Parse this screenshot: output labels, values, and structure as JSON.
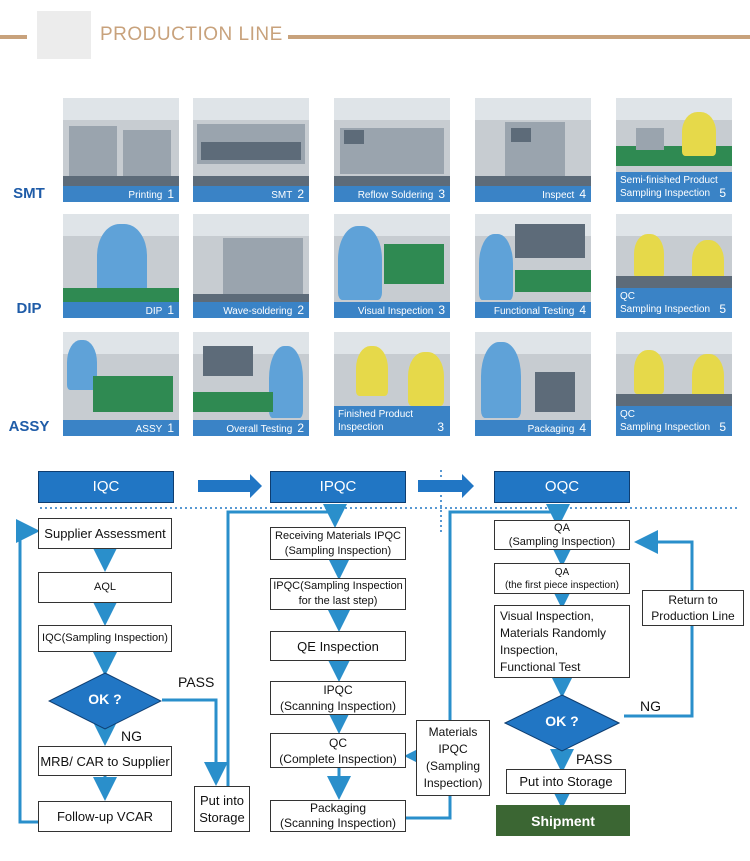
{
  "header": {
    "title": "PRODUCTION LINE"
  },
  "rows": [
    {
      "label": "SMT",
      "photos": [
        {
          "caption": "Printing",
          "num": "1"
        },
        {
          "caption": "SMT",
          "num": "2"
        },
        {
          "caption": "Reflow Soldering",
          "num": "3"
        },
        {
          "caption": "Inspect",
          "num": "4"
        },
        {
          "caption_line1": "Semi-finished Product",
          "caption_line2": "Sampling Inspection",
          "num": "5"
        }
      ]
    },
    {
      "label": "DIP",
      "photos": [
        {
          "caption": "DIP",
          "num": "1"
        },
        {
          "caption": "Wave-soldering",
          "num": "2"
        },
        {
          "caption": "Visual Inspection",
          "num": "3"
        },
        {
          "caption": "Functional Testing",
          "num": "4"
        },
        {
          "caption_line1": "QC",
          "caption_line2": "Sampling Inspection",
          "num": "5"
        }
      ]
    },
    {
      "label": "ASSY",
      "photos": [
        {
          "caption": "ASSY",
          "num": "1"
        },
        {
          "caption": "Overall Testing",
          "num": "2"
        },
        {
          "caption_line1": "Finished Product",
          "caption_line2": "Inspection",
          "num": "3"
        },
        {
          "caption": "Packaging",
          "num": "4"
        },
        {
          "caption_line1": "QC",
          "caption_line2": "Sampling Inspection",
          "num": "5"
        }
      ]
    }
  ],
  "flow": {
    "headers": [
      "IQC",
      "IPQC",
      "OQC"
    ],
    "iqc": {
      "supplier_assessment": "Supplier Assessment",
      "aql": "AQL",
      "iqc_sampling": "IQC(Sampling Inspection)",
      "ok": "OK ?",
      "pass": "PASS",
      "ng": "NG",
      "mrb": "MRB/ CAR to Supplier",
      "followup": "Follow-up VCAR",
      "put_into_storage_1": "Put into",
      "put_into_storage_2": "Storage"
    },
    "ipqc": {
      "receiving_1": "Receiving Materials IPQC",
      "receiving_2": "(Sampling Inspection)",
      "last_step_1": "IPQC(Sampling Inspection",
      "last_step_2": "for the last step)",
      "qe": "QE Inspection",
      "scanning_1": "IPQC",
      "scanning_2": "(Scanning Inspection)",
      "qc_1": "QC",
      "qc_2": "(Complete Inspection)",
      "packaging_1": "Packaging",
      "packaging_2": "(Scanning Inspection)",
      "materials_1": "Materials",
      "materials_2": "IPQC",
      "materials_3": "(Sampling",
      "materials_4": "Inspection)"
    },
    "oqc": {
      "qa1_1": "QA",
      "qa1_2": "(Sampling Inspection)",
      "qa2_1": "QA",
      "qa2_2": "(the first piece inspection)",
      "visual_1": "Visual Inspection,",
      "visual_2": "Materials Randomly",
      "visual_3": "Inspection,",
      "visual_4": "Functional Test",
      "ok": "OK ?",
      "ng": "NG",
      "pass": "PASS",
      "return_1": "Return to",
      "return_2": "Production Line",
      "put_into_storage": "Put into Storage",
      "shipment": "Shipment"
    }
  }
}
